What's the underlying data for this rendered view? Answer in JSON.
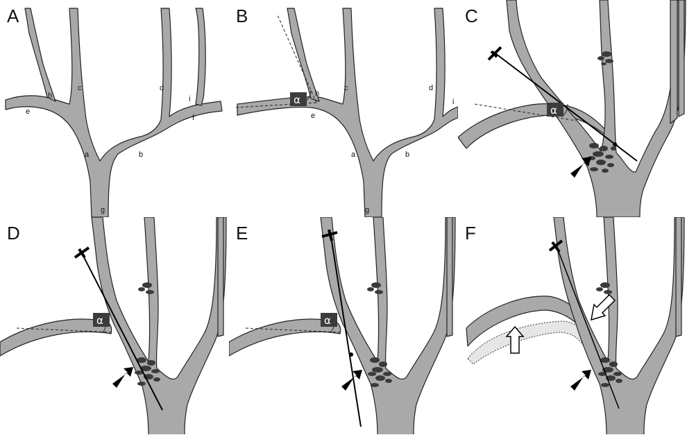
{
  "panels": [
    {
      "label": "A"
    },
    {
      "label": "B"
    },
    {
      "label": "C"
    },
    {
      "label": "D"
    },
    {
      "label": "E"
    },
    {
      "label": "F"
    }
  ],
  "vessel_labels": {
    "a": "a",
    "b": "b",
    "c": "c",
    "d": "d",
    "e": "e",
    "f": "f",
    "g": "g",
    "h": "h",
    "i": "i"
  },
  "angle_symbol": "α",
  "colors": {
    "vessel_fill": "#a9a9a9",
    "vessel_outline": "#222222",
    "thrombus": "#3a3a3a",
    "device": "#000000",
    "angle_box": "#3c3c3c",
    "background": "#ffffff"
  },
  "icons": [
    "arrow-icon",
    "open-arrow-icon",
    "catheter-icon",
    "thrombus-icon"
  ]
}
